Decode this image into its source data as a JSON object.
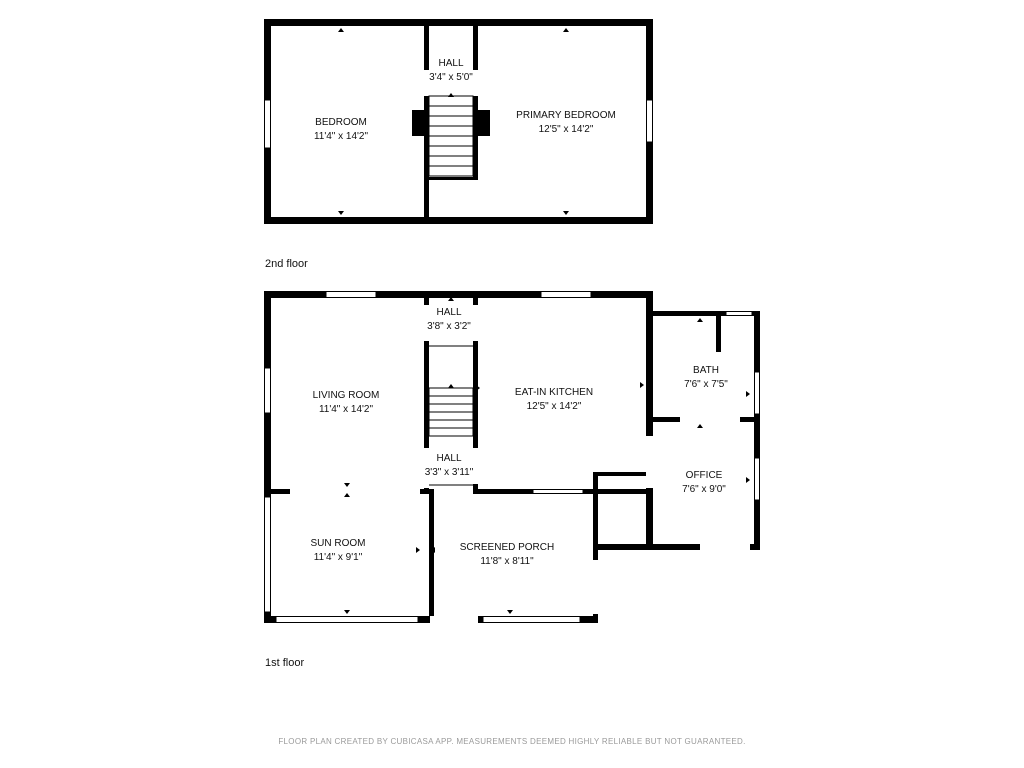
{
  "floors": {
    "second": {
      "label": "2nd floor"
    },
    "first": {
      "label": "1st floor"
    }
  },
  "rooms": {
    "bedroom": {
      "name": "BEDROOM",
      "size": "11'4\" x 14'2\""
    },
    "hall_2f": {
      "name": "HALL",
      "size": "3'4\" x 5'0\""
    },
    "primary_bedroom": {
      "name": "PRIMARY BEDROOM",
      "size": "12'5\" x 14'2\""
    },
    "hall_1f_top": {
      "name": "HALL",
      "size": "3'8\" x 3'2\""
    },
    "living_room": {
      "name": "LIVING ROOM",
      "size": "11'4\" x 14'2\""
    },
    "eat_in_kitchen": {
      "name": "EAT-IN KITCHEN",
      "size": "12'5\" x 14'2\""
    },
    "bath": {
      "name": "BATH",
      "size": "7'6\" x 7'5\""
    },
    "hall_1f_bottom": {
      "name": "HALL",
      "size": "3'3\" x 3'11\""
    },
    "office": {
      "name": "OFFICE",
      "size": "7'6\" x 9'0\""
    },
    "sun_room": {
      "name": "SUN ROOM",
      "size": "11'4\" x 9'1\""
    },
    "screened_porch": {
      "name": "SCREENED PORCH",
      "size": "11'8\" x 8'11\""
    }
  },
  "footer": "FLOOR PLAN CREATED BY CUBICASA APP. MEASUREMENTS DEEMED HIGHLY RELIABLE BUT NOT GUARANTEED.",
  "colors": {
    "wall": "#000000",
    "window": "#ffffff",
    "background": "#ffffff"
  }
}
